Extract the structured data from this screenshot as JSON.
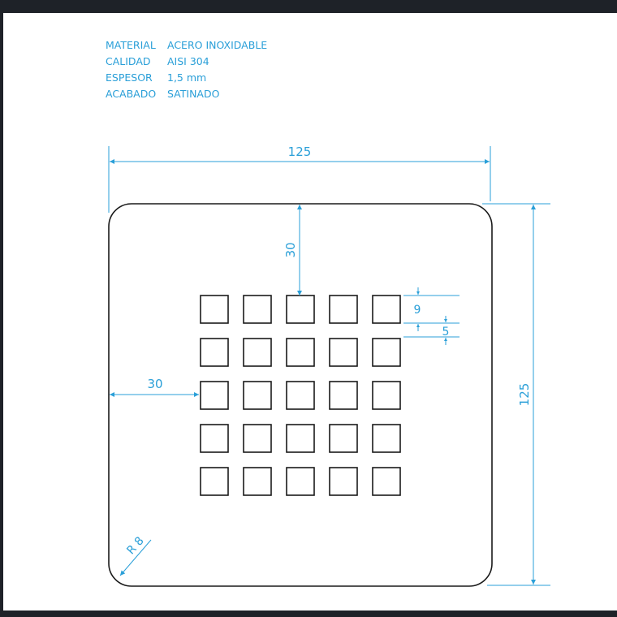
{
  "specs": [
    {
      "label": "MATERIAL",
      "value": "ACERO INOXIDABLE"
    },
    {
      "label": "CALIDAD",
      "value": "AISI 304"
    },
    {
      "label": "ESPESOR",
      "value": "1,5 mm"
    },
    {
      "label": "ACABADO",
      "value": "SATINADO"
    }
  ],
  "dimensions": {
    "width": "125",
    "height": "125",
    "top_offset": "30",
    "left_offset": "30",
    "hole_size": "9",
    "hole_gap": "5",
    "corner_radius": "R 8"
  },
  "colors": {
    "dimension": "#2a9fd8",
    "outline": "#1a1a1a",
    "background": "#ffffff",
    "frame": "#1e2228"
  },
  "grid": {
    "rows": 5,
    "cols": 5
  }
}
